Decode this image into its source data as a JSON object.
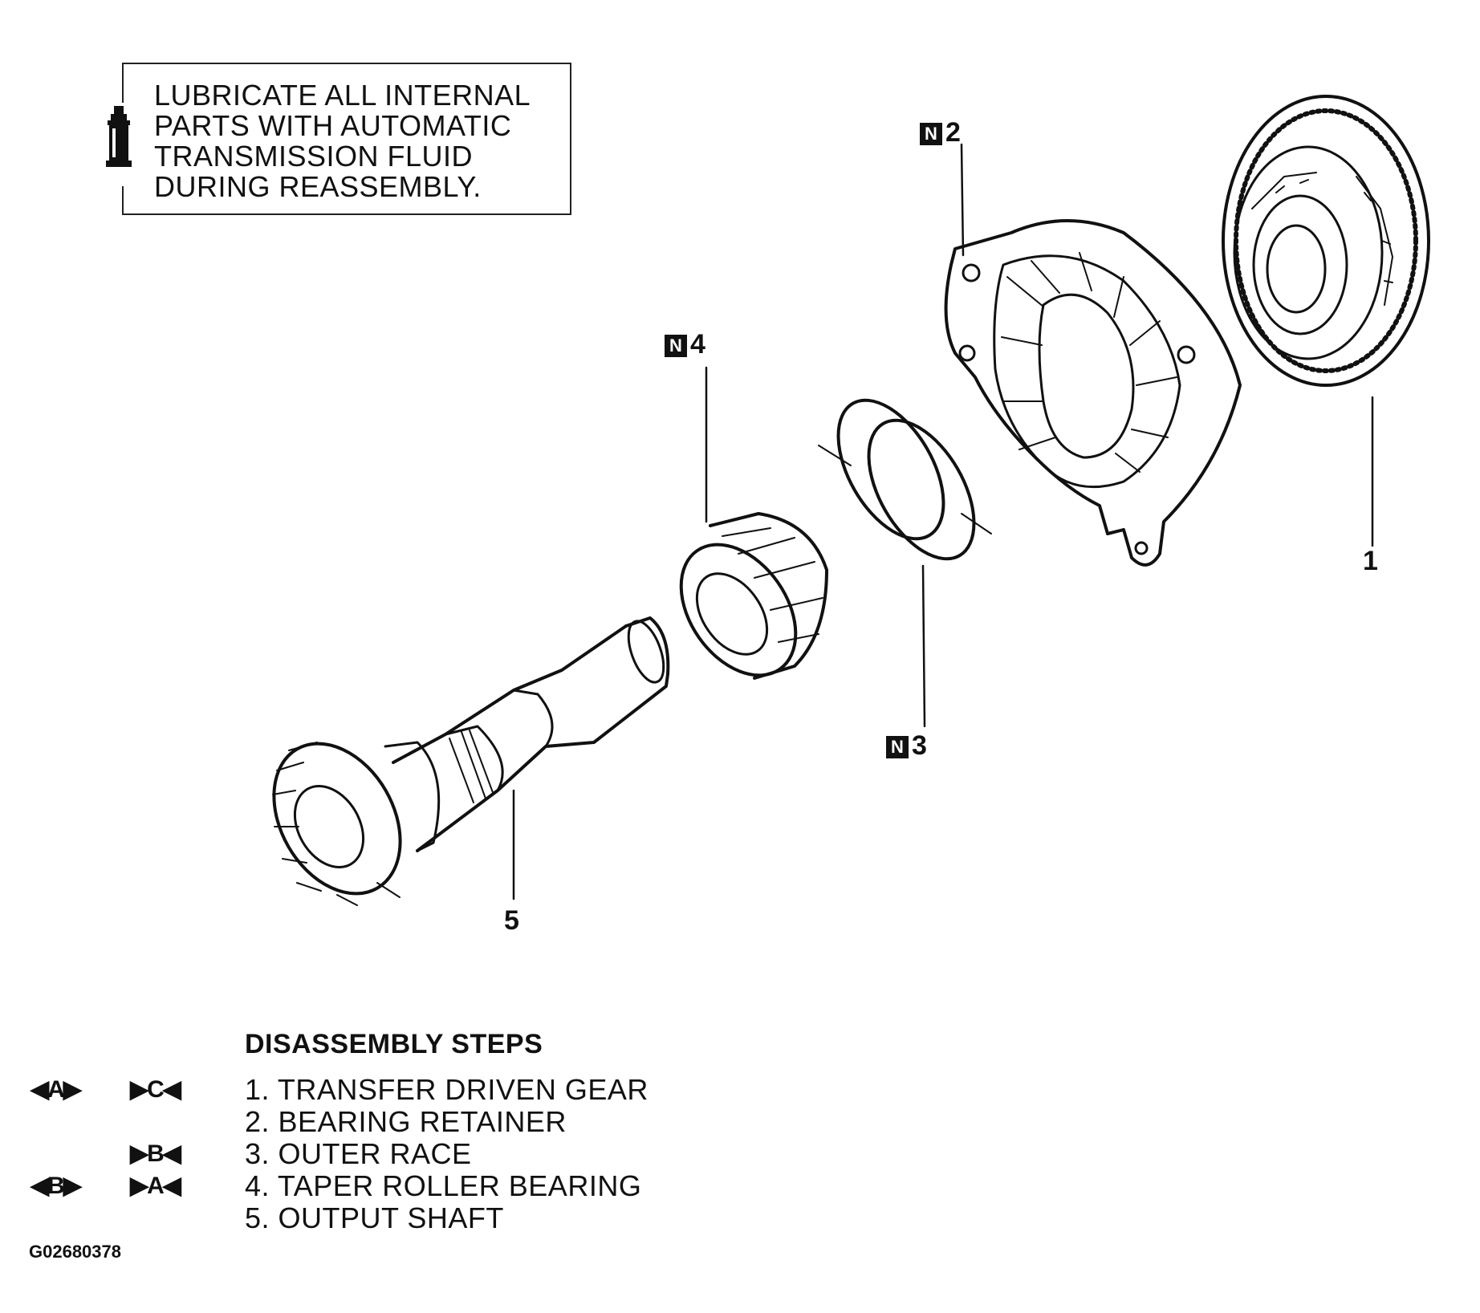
{
  "note": {
    "lines": [
      "LUBRICATE ALL INTERNAL",
      "PARTS WITH AUTOMATIC",
      "TRANSMISSION FLUID",
      "DURING REASSEMBLY."
    ]
  },
  "callouts": {
    "gear": "1",
    "retainer": "2",
    "outer_race": "3",
    "bearing": "4",
    "shaft": "5",
    "n_badge": "N"
  },
  "steps": {
    "title": "DISASSEMBLY STEPS",
    "items": [
      "1. TRANSFER DRIVEN GEAR",
      "2. BEARING RETAINER",
      "3. OUTER RACE",
      "4. TAPER ROLLER BEARING",
      "5. OUTPUT SHAFT"
    ],
    "marks": {
      "r1_left": "◀A▶",
      "r1_right": "▶C◀",
      "r3_right": "▶B◀",
      "r4_left": "◀B▶",
      "r4_right": "▶A◀"
    }
  },
  "figure_code": "G02680378"
}
